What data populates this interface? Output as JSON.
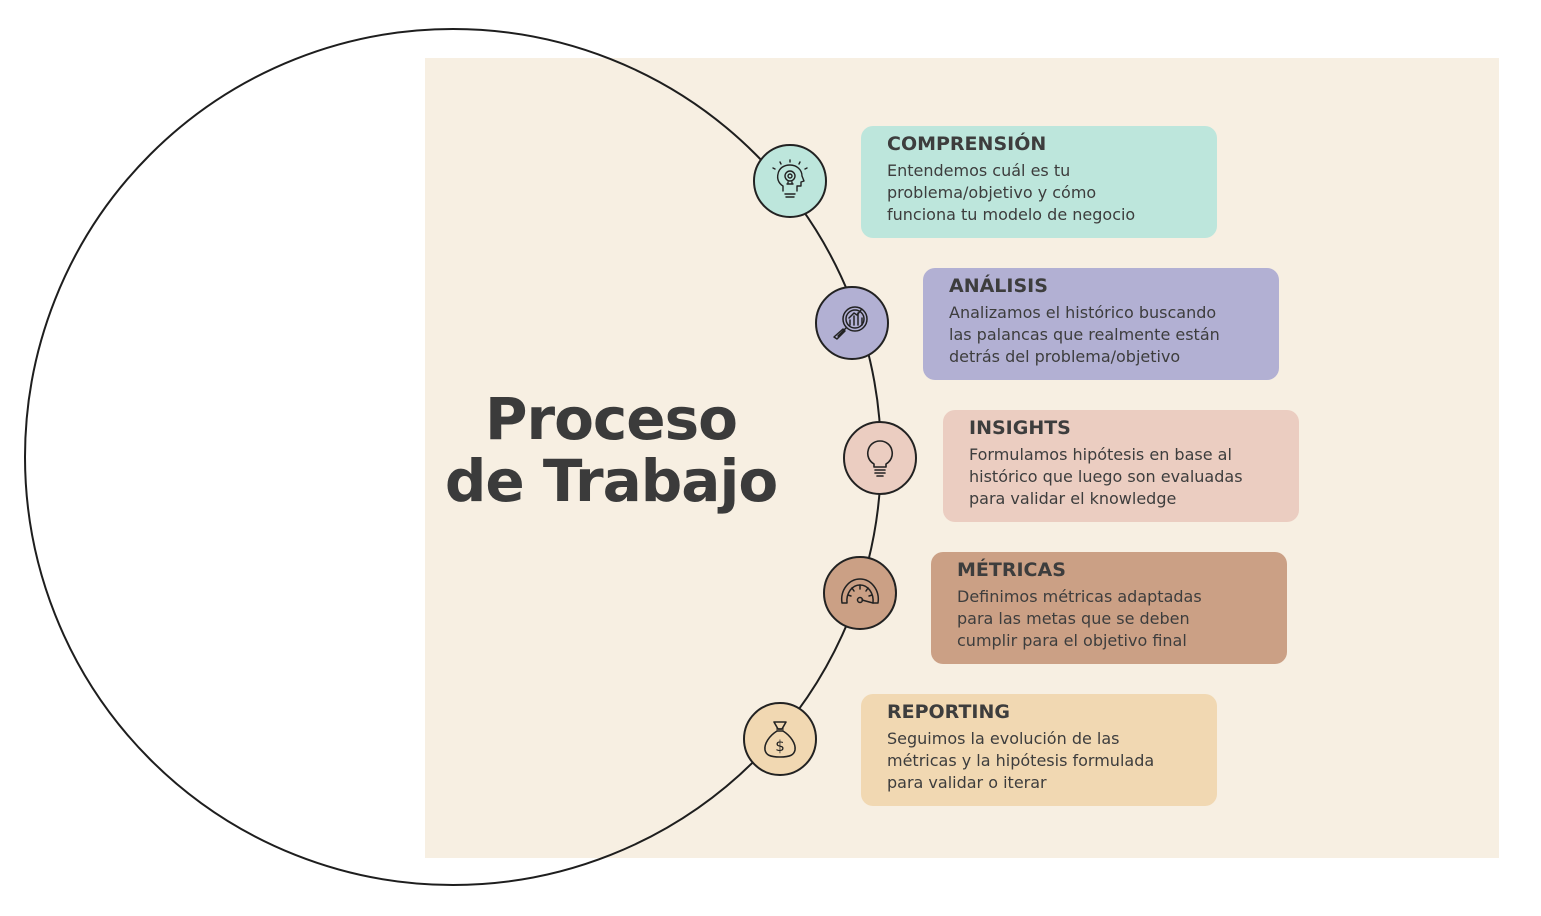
{
  "title": {
    "line1": "Proceso",
    "line2": "de Trabajo"
  },
  "steps": [
    {
      "title": "COMPRENSIÓN",
      "lines": [
        "Entendemos cuál es tu",
        "problema/objetivo y cómo",
        "funciona tu modelo de negocio"
      ],
      "color": "#bde6dc",
      "node_color": "#bde6dc",
      "icon": "head-lightbulb-icon"
    },
    {
      "title": "ANÁLISIS",
      "lines": [
        "Analizamos el histórico buscando",
        "las palancas que realmente están",
        "detrás del problema/objetivo"
      ],
      "color": "#b2b0d3",
      "node_color": "#b2b0d3",
      "icon": "magnifier-chart-icon"
    },
    {
      "title": "INSIGHTS",
      "lines": [
        "Formulamos hipótesis en base al",
        "histórico que luego son evaluadas",
        "para validar el knowledge"
      ],
      "color": "#ebcdc1",
      "node_color": "#ebcdc1",
      "icon": "lightbulb-icon"
    },
    {
      "title": "MÉTRICAS",
      "lines": [
        "Definimos métricas adaptadas",
        "para las metas que se deben",
        "cumplir para el objetivo final"
      ],
      "color": "#cba085",
      "node_color": "#cba085",
      "icon": "speedometer-icon"
    },
    {
      "title": "REPORTING",
      "lines": [
        "Seguimos la evolución de las",
        "métricas y la hipótesis formulada",
        "para validar o iterar"
      ],
      "color": "#f1d8b2",
      "node_color": "#f1d8b2",
      "icon": "money-bag-icon"
    }
  ]
}
